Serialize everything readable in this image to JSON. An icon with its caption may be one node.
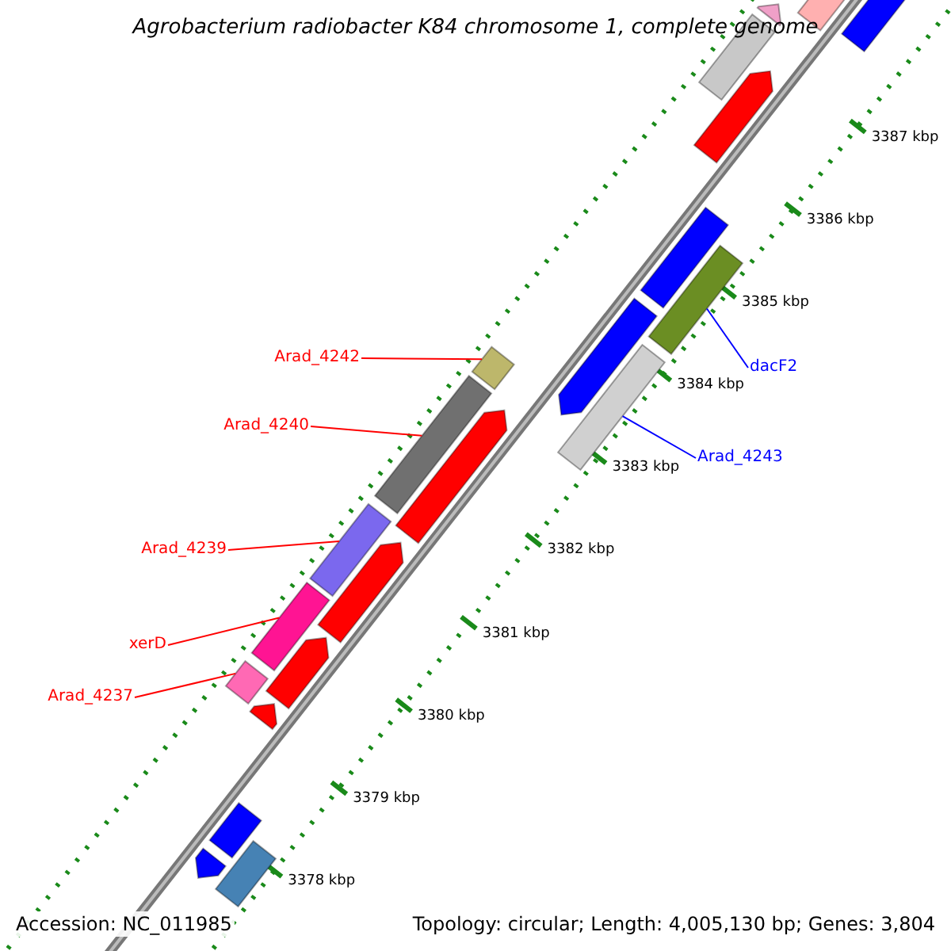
{
  "diagram": {
    "title": "Agrobacterium radiobacter K84 chromosome 1, complete genome",
    "nodes": [
      {
        "text": [
          "Arad_4242"
        ]
      },
      {
        "text": [
          "Arad_4240"
        ]
      },
      {
        "text": [
          "Arad_4239"
        ]
      },
      {
        "text": [
          "xerD"
        ]
      },
      {
        "text": [
          "Arad_4237"
        ]
      },
      {
        "text": [
          "dacF2"
        ]
      },
      {
        "text": [
          "Arad_4243"
        ]
      },
      {
        "text": [],
        "shape": "bar"
      },
      {
        "text": [],
        "shape": "bar"
      },
      {
        "text": [],
        "shape": "bar"
      },
      {
        "text": [],
        "shape": "bar"
      },
      {
        "text": [],
        "shape": "bar"
      },
      {
        "text": [],
        "shape": "bar"
      },
      {
        "text": [],
        "shape": "bar"
      },
      {
        "text": [],
        "shape": "bar"
      },
      {
        "text": [],
        "shape": "bar"
      },
      {
        "text": [],
        "shape": "bar"
      },
      {
        "text": [],
        "shape": "bar"
      },
      {
        "text": [],
        "shape": "bar"
      },
      {
        "text": [],
        "shape": "bar"
      },
      {
        "text": [],
        "shape": "bar"
      },
      {
        "text": [],
        "shape": "bar"
      },
      {
        "text": [],
        "shape": "bar"
      },
      {
        "text": [],
        "shape": "bar"
      },
      {
        "text": [],
        "shape": "bar"
      },
      {
        "text": [],
        "shape": "bar"
      },
      {
        "text": [],
        "shape": "bar"
      },
      {
        "text": [],
        "shape": "bar"
      }
    ],
    "edges": [
      {
        "from": 0,
        "to": 15,
        "arrow": "none"
      },
      {
        "from": 1,
        "to": 17,
        "arrow": "none"
      },
      {
        "from": 2,
        "to": 19,
        "arrow": "none"
      },
      {
        "from": 3,
        "to": 21,
        "arrow": "none"
      },
      {
        "from": 4,
        "to": 23,
        "arrow": "none"
      },
      {
        "from": 5,
        "to": 13,
        "arrow": "none",
        "color": "#0000ff"
      },
      {
        "from": 6,
        "to": 16,
        "arrow": "none",
        "color": "#0000ff"
      }
    ],
    "labels": [
      "3387 kbp",
      "3386 kbp",
      "3385 kbp",
      "3384 kbp",
      "3383 kbp",
      "3382 kbp",
      "3381 kbp",
      "3380 kbp",
      "3379 kbp",
      "3378 kbp",
      "Accession: NC_011985",
      "Topology: circular; Length: 4,005,130 bp; Genes: 3,804"
    ]
  }
}
